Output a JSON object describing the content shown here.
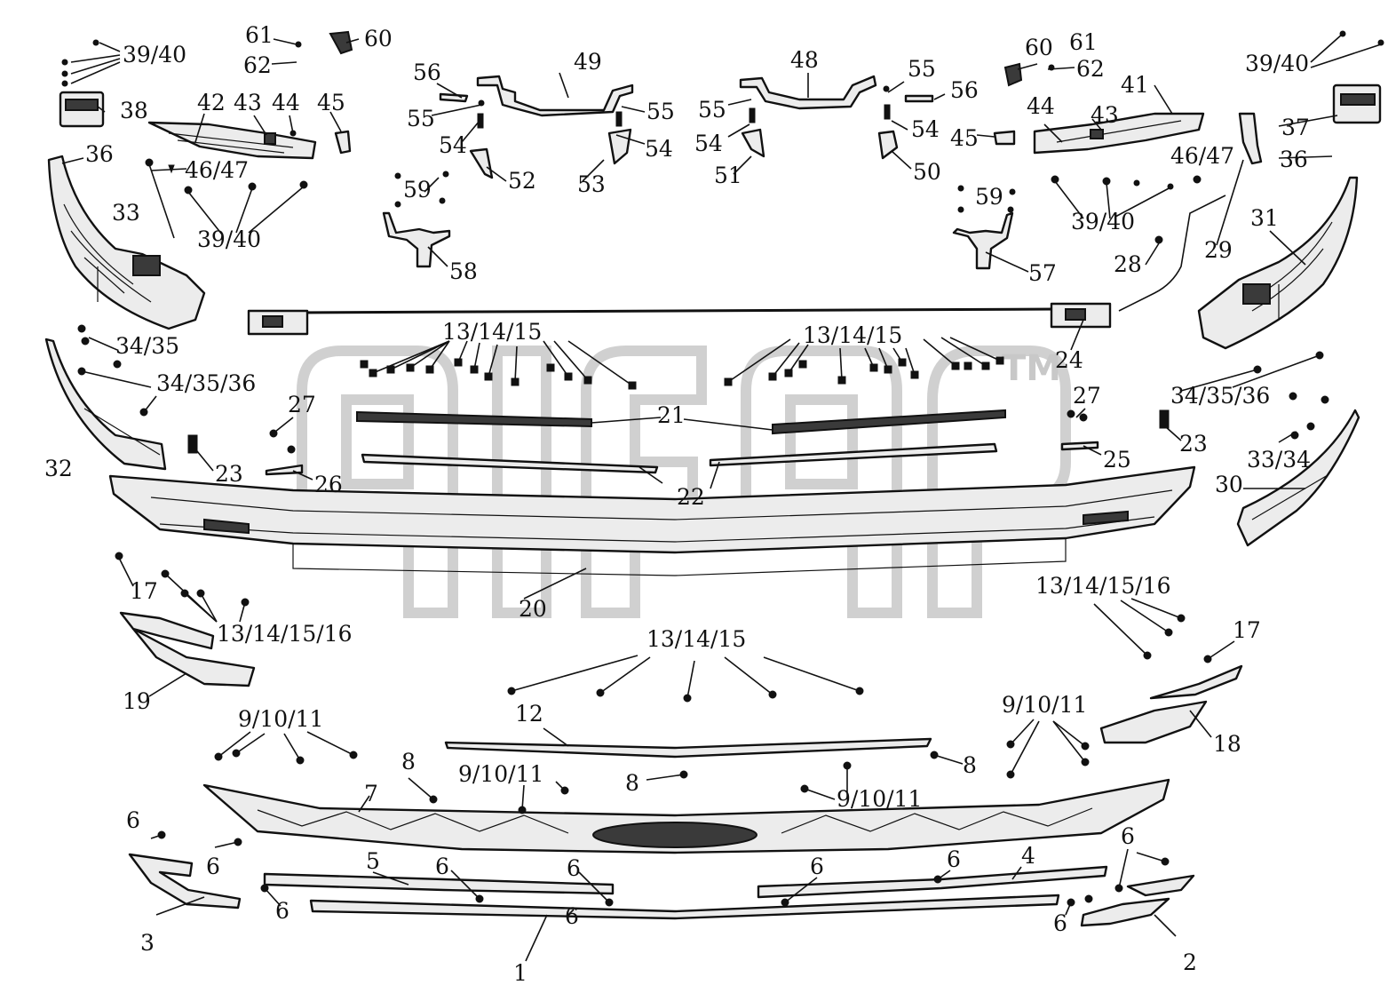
{
  "watermark": {
    "text": "alfa",
    "trademark": "TM",
    "color": "#c8c8c8"
  },
  "colors": {
    "ink": "#111111",
    "part_fill": "#ececec",
    "background": "#ffffff"
  },
  "callouts": [
    {
      "id": "c61a",
      "text": "61"
    },
    {
      "id": "c60a",
      "text": "60"
    },
    {
      "id": "c3940a",
      "text": "39/40"
    },
    {
      "id": "c62a",
      "text": "62"
    },
    {
      "id": "c38",
      "text": "38"
    },
    {
      "id": "c42",
      "text": "42"
    },
    {
      "id": "c43a",
      "text": "43"
    },
    {
      "id": "c44a",
      "text": "44"
    },
    {
      "id": "c45a",
      "text": "45"
    },
    {
      "id": "c36a",
      "text": "36"
    },
    {
      "id": "c4647a",
      "text": "46/47"
    },
    {
      "id": "c33",
      "text": "33"
    },
    {
      "id": "c3940b",
      "text": "39/40"
    },
    {
      "id": "c56a",
      "text": "56"
    },
    {
      "id": "c49",
      "text": "49"
    },
    {
      "id": "c55a",
      "text": "55"
    },
    {
      "id": "c55b",
      "text": "55"
    },
    {
      "id": "c54a",
      "text": "54"
    },
    {
      "id": "c54b",
      "text": "54"
    },
    {
      "id": "c52",
      "text": "52"
    },
    {
      "id": "c53",
      "text": "53"
    },
    {
      "id": "c59a",
      "text": "59"
    },
    {
      "id": "c58",
      "text": "58"
    },
    {
      "id": "c48",
      "text": "48"
    },
    {
      "id": "c55c",
      "text": "55"
    },
    {
      "id": "c55d",
      "text": "55"
    },
    {
      "id": "c56b",
      "text": "56"
    },
    {
      "id": "c54c",
      "text": "54"
    },
    {
      "id": "c54d",
      "text": "54"
    },
    {
      "id": "c51",
      "text": "51"
    },
    {
      "id": "c50",
      "text": "50"
    },
    {
      "id": "c59b",
      "text": "59"
    },
    {
      "id": "c57",
      "text": "57"
    },
    {
      "id": "c60b",
      "text": "60"
    },
    {
      "id": "c61b",
      "text": "61"
    },
    {
      "id": "c62b",
      "text": "62"
    },
    {
      "id": "c3940c",
      "text": "39/40"
    },
    {
      "id": "c41",
      "text": "41"
    },
    {
      "id": "c44b",
      "text": "44"
    },
    {
      "id": "c43b",
      "text": "43"
    },
    {
      "id": "c45b",
      "text": "45"
    },
    {
      "id": "c37",
      "text": "37"
    },
    {
      "id": "c36b",
      "text": "36"
    },
    {
      "id": "c4647b",
      "text": "46/47"
    },
    {
      "id": "c3940d",
      "text": "39/40"
    },
    {
      "id": "c29",
      "text": "29"
    },
    {
      "id": "c31",
      "text": "31"
    },
    {
      "id": "c28",
      "text": "28"
    },
    {
      "id": "c3435a",
      "text": "34/35"
    },
    {
      "id": "c343536a",
      "text": "34/35/36"
    },
    {
      "id": "c131415a",
      "text": "13/14/15"
    },
    {
      "id": "c131415b",
      "text": "13/14/15"
    },
    {
      "id": "c24",
      "text": "24"
    },
    {
      "id": "c343536b",
      "text": "34/35/36"
    },
    {
      "id": "c27a",
      "text": "27"
    },
    {
      "id": "c27b",
      "text": "27"
    },
    {
      "id": "c21",
      "text": "21"
    },
    {
      "id": "c32",
      "text": "32"
    },
    {
      "id": "c23a",
      "text": "23"
    },
    {
      "id": "c26",
      "text": "26"
    },
    {
      "id": "c22",
      "text": "22"
    },
    {
      "id": "c25",
      "text": "25"
    },
    {
      "id": "c23b",
      "text": "23"
    },
    {
      "id": "c3334",
      "text": "33/34"
    },
    {
      "id": "c30",
      "text": "30"
    },
    {
      "id": "c20",
      "text": "20"
    },
    {
      "id": "c17a",
      "text": "17"
    },
    {
      "id": "c13141516a",
      "text": "13/14/15/16"
    },
    {
      "id": "c13141516b",
      "text": "13/14/15/16"
    },
    {
      "id": "c19",
      "text": "19"
    },
    {
      "id": "c131415c",
      "text": "13/14/15"
    },
    {
      "id": "c17b",
      "text": "17"
    },
    {
      "id": "c91011a",
      "text": "9/10/11"
    },
    {
      "id": "c12",
      "text": "12"
    },
    {
      "id": "c91011b",
      "text": "9/10/11"
    },
    {
      "id": "c18",
      "text": "18"
    },
    {
      "id": "c8a",
      "text": "8"
    },
    {
      "id": "c91011c",
      "text": "9/10/11"
    },
    {
      "id": "c8b",
      "text": "8"
    },
    {
      "id": "c8c",
      "text": "8"
    },
    {
      "id": "c91011d",
      "text": "9/10/11"
    },
    {
      "id": "c7",
      "text": "7"
    },
    {
      "id": "c6a",
      "text": "6"
    },
    {
      "id": "c6b",
      "text": "6"
    },
    {
      "id": "c5",
      "text": "5"
    },
    {
      "id": "c6c",
      "text": "6"
    },
    {
      "id": "c6d",
      "text": "6"
    },
    {
      "id": "c6e",
      "text": "6"
    },
    {
      "id": "c6f",
      "text": "6"
    },
    {
      "id": "c4",
      "text": "4"
    },
    {
      "id": "c6g",
      "text": "6"
    },
    {
      "id": "c6h",
      "text": "6"
    },
    {
      "id": "c6i",
      "text": "6"
    },
    {
      "id": "c6j",
      "text": "6"
    },
    {
      "id": "c3",
      "text": "3"
    },
    {
      "id": "c1",
      "text": "1"
    },
    {
      "id": "c2",
      "text": "2"
    }
  ]
}
